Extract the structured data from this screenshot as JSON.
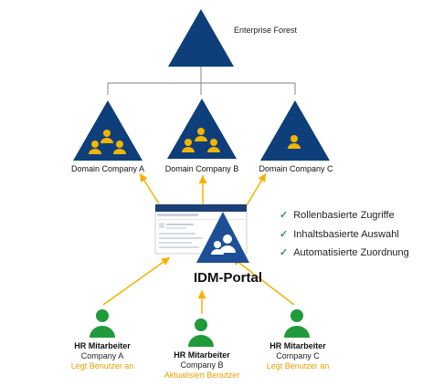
{
  "forest": {
    "label": "Enterprise Forest"
  },
  "domains": [
    {
      "label": "Domain Company A"
    },
    {
      "label": "Domain Company B"
    },
    {
      "label": "Domain Company C"
    }
  ],
  "portal": {
    "title": "IDM-Portal"
  },
  "features": [
    "Rollenbasierte Zugriffe",
    "Inhaltsbasierte Auswahl",
    "Automatisierte Zuordnung"
  ],
  "users": [
    {
      "title": "HR Mitarbeiter",
      "company": "Company A",
      "action": "Legt Benutzer an"
    },
    {
      "title": "HR Mitarbeiter",
      "company": "Company B",
      "action": "Aktualisiert Benutzer"
    },
    {
      "title": "HR Mitarbeiter",
      "company": "Company C",
      "action": "Legt Benutzer an"
    }
  ],
  "colors": {
    "triangle": "#0e3f7a",
    "people_icon": "#f3b400",
    "user_icon": "#1f9b3a",
    "arrow": "#f5b200",
    "connector": "#999999",
    "check": "#2e9b3a"
  },
  "icons": [
    "triangle-icon",
    "people-group-icon",
    "user-icon",
    "check-icon",
    "portal-screenshot"
  ]
}
